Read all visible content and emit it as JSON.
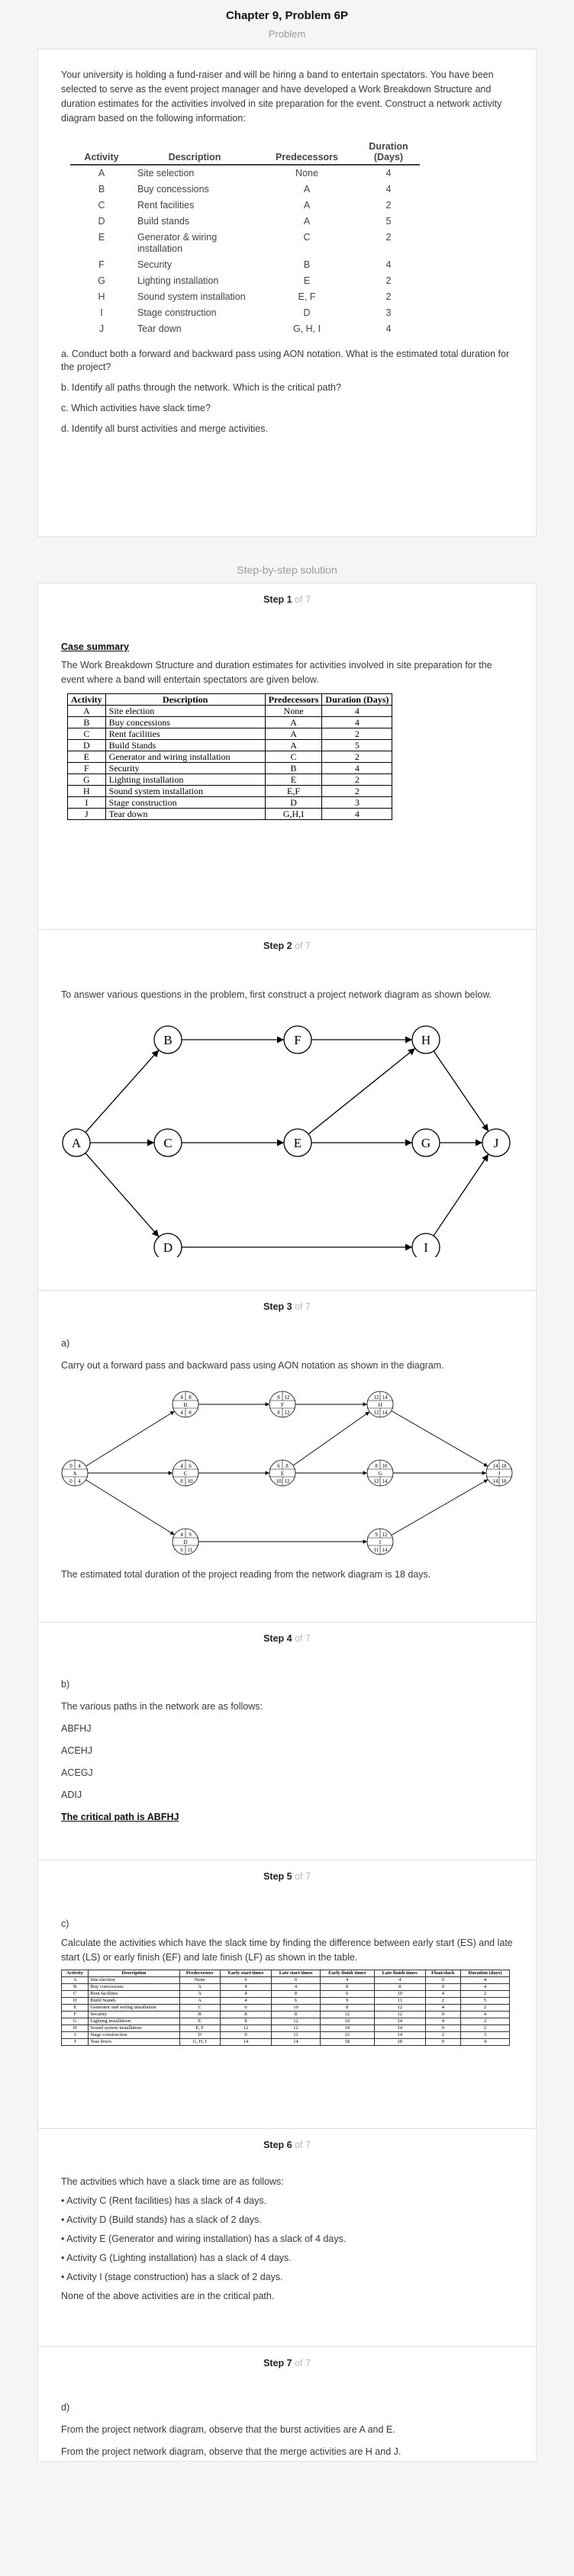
{
  "header": {
    "title": "Chapter 9, Problem 6P",
    "problem_label": "Problem",
    "solution_label": "Step-by-step solution"
  },
  "problem": {
    "intro": "Your university is holding a fund-raiser and will be hiring a band to entertain spectators. You have been selected to serve as the event project manager and have developed a Work Breakdown Structure and duration estimates for the activities involved in site preparation for the event. Construct a network activity diagram based on the following information:",
    "columns": [
      "Activity",
      "Description",
      "Predecessors",
      "Duration (Days)"
    ],
    "rows": [
      [
        "A",
        "Site selection",
        "None",
        "4"
      ],
      [
        "B",
        "Buy concessions",
        "A",
        "4"
      ],
      [
        "C",
        "Rent facilities",
        "A",
        "2"
      ],
      [
        "D",
        "Build stands",
        "A",
        "5"
      ],
      [
        "E",
        "Generator & wiring installation",
        "C",
        "2"
      ],
      [
        "F",
        "Security",
        "B",
        "4"
      ],
      [
        "G",
        "Lighting installation",
        "E",
        "2"
      ],
      [
        "H",
        "Sound system installation",
        "E, F",
        "2"
      ],
      [
        "I",
        "Stage construction",
        "D",
        "3"
      ],
      [
        "J",
        "Tear down",
        "G, H, I",
        "4"
      ]
    ],
    "questions": [
      "a. Conduct both a forward and backward pass using AON notation. What is the estimated total duration for the project?",
      "b. Identify all paths through the network. Which is the critical path?",
      "c. Which activities have slack time?",
      "d. Identify all burst activities and merge activities."
    ]
  },
  "steps": [
    {
      "label": "Step 1",
      "of": "of 7"
    },
    {
      "label": "Step 2",
      "of": "of 7"
    },
    {
      "label": "Step 3",
      "of": "of 7"
    },
    {
      "label": "Step 4",
      "of": "of 7"
    },
    {
      "label": "Step 5",
      "of": "of 7"
    },
    {
      "label": "Step 6",
      "of": "of 7"
    },
    {
      "label": "Step 7",
      "of": "of 7"
    }
  ],
  "step1": {
    "title": "Case summary",
    "text": "The Work Breakdown Structure and duration estimates for activities involved in site preparation for the event where a band will entertain spectators are given below.",
    "columns": [
      "Activity",
      "Description",
      "Predecessors",
      "Duration (Days)"
    ],
    "rows": [
      [
        "A",
        "Site election",
        "None",
        "4"
      ],
      [
        "B",
        "Buy concessions",
        "A",
        "4"
      ],
      [
        "C",
        "Rent facilities",
        "A",
        "2"
      ],
      [
        "D",
        "Build Stands",
        "A",
        "5"
      ],
      [
        "E",
        "Generator and wiring installation",
        "C",
        "2"
      ],
      [
        "F",
        "Security",
        "B",
        "4"
      ],
      [
        "G",
        "Lighting installation",
        "E",
        "2"
      ],
      [
        "H",
        "Sound system installation",
        "E,F",
        "2"
      ],
      [
        "I",
        "Stage construction",
        "D",
        "3"
      ],
      [
        "J",
        "Tear down",
        "G,H,I",
        "4"
      ]
    ]
  },
  "step2": {
    "text": "To answer various questions in the problem, first construct a project network diagram as shown below.",
    "nodes": [
      "A",
      "B",
      "C",
      "D",
      "E",
      "F",
      "G",
      "H",
      "I",
      "J"
    ]
  },
  "step3": {
    "part": "a)",
    "text": "Carry out a forward pass and backward pass using AON notation as shown in the diagram.",
    "nodes": {
      "A": {
        "es": "0",
        "ef": "4",
        "id": "A",
        "ls": "0",
        "lf": "4"
      },
      "B": {
        "es": "4",
        "ef": "8",
        "id": "B",
        "ls": "4",
        "lf": "8"
      },
      "C": {
        "es": "4",
        "ef": "6",
        "id": "C",
        "ls": "8",
        "lf": "10"
      },
      "D": {
        "es": "4",
        "ef": "9",
        "id": "D",
        "ls": "6",
        "lf": "11"
      },
      "E": {
        "es": "6",
        "ef": "8",
        "id": "E",
        "ls": "10",
        "lf": "12"
      },
      "F": {
        "es": "8",
        "ef": "12",
        "id": "F",
        "ls": "8",
        "lf": "12"
      },
      "G": {
        "es": "8",
        "ef": "10",
        "id": "G",
        "ls": "12",
        "lf": "14"
      },
      "H": {
        "es": "12",
        "ef": "14",
        "id": "H",
        "ls": "12",
        "lf": "14"
      },
      "I": {
        "es": "9",
        "ef": "12",
        "id": "I",
        "ls": "11",
        "lf": "14"
      },
      "J": {
        "es": "14",
        "ef": "18",
        "id": "J",
        "ls": "14",
        "lf": "18"
      }
    },
    "conclusion": "The estimated total duration of the project reading from the network diagram is 18 days."
  },
  "step4": {
    "part": "b)",
    "intro": "The various paths in the network are as follows:",
    "paths": [
      "ABFHJ",
      "ACEHJ",
      "ACEGJ",
      "ADIJ"
    ],
    "critical": "The critical path is ABFHJ"
  },
  "step5": {
    "part": "c)",
    "text": "Calculate the activities which have the slack time by finding the difference between early start (ES) and late start (LS) or early finish (EF) and late finish (LF) as shown in the table.",
    "columns": [
      "Activity",
      "Description",
      "Predecessors",
      "Early start times",
      "Late start times",
      "Early finish times",
      "Late finish times",
      "Float/slack",
      "Duration (days)"
    ],
    "rows": [
      [
        "A",
        "Site election",
        "None",
        "0",
        "0",
        "4",
        "4",
        "0",
        "4"
      ],
      [
        "B",
        "Buy concessions",
        "A",
        "4",
        "4",
        "8",
        "8",
        "0",
        "4"
      ],
      [
        "C",
        "Rent facilities",
        "A",
        "4",
        "8",
        "6",
        "10",
        "4",
        "2"
      ],
      [
        "D",
        "Build Stands",
        "A",
        "4",
        "6",
        "9",
        "11",
        "2",
        "5"
      ],
      [
        "E",
        "Generator and wiring installation",
        "C",
        "6",
        "10",
        "8",
        "12",
        "4",
        "2"
      ],
      [
        "F",
        "Security",
        "B",
        "8",
        "8",
        "12",
        "12",
        "0",
        "4"
      ],
      [
        "G",
        "Lighting installation",
        "E",
        "8",
        "12",
        "10",
        "14",
        "4",
        "2"
      ],
      [
        "H",
        "Sound system installation",
        "E, F",
        "12",
        "12",
        "14",
        "14",
        "0",
        "2"
      ],
      [
        "I",
        "Stage construction",
        "D",
        "9",
        "11",
        "12",
        "14",
        "2",
        "3"
      ],
      [
        "J",
        "Tear down",
        "G, H, I",
        "14",
        "14",
        "18",
        "18",
        "0",
        "4"
      ]
    ]
  },
  "step6": {
    "intro": "The activities which have a slack time are as follows:",
    "items": [
      "• Activity C (Rent facilities) has a slack of 4 days.",
      "• Activity D (Build stands) has a slack of 2 days.",
      "• Activity E (Generator and wiring installation) has a slack of 4 days.",
      "• Activity G (Lighting installation) has a slack of 4 days.",
      "• Activity I (stage construction) has a slack of 2 days."
    ],
    "outro": "None of the above activities are in the critical path."
  },
  "step7": {
    "part": "d)",
    "burst": "From the project network diagram, observe that the burst activities are A and E.",
    "merge": "From the project network diagram, observe that the merge activities are H and J."
  }
}
